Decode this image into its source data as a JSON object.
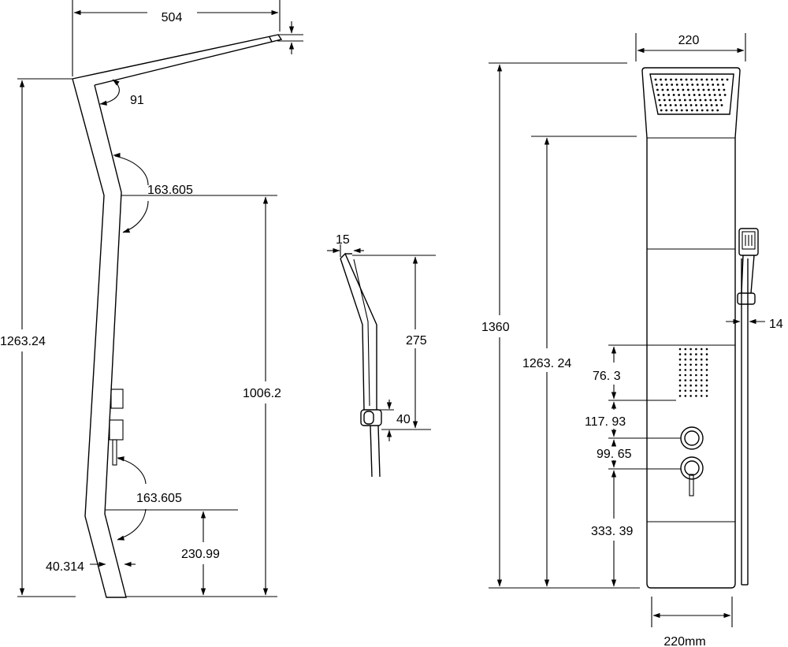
{
  "side_view": {
    "dim_top_width": "504",
    "dim_angle_top": "91",
    "dim_angle_mid": "163.605",
    "dim_total_height": "1263.24",
    "dim_mid_height": "1006.2",
    "dim_angle_bottom": "163.605",
    "dim_bottom_offset": "40.314",
    "dim_bottom_height": "230.99"
  },
  "handshower_view": {
    "dim_offset": "15",
    "dim_height": "275",
    "dim_bracket": "40"
  },
  "front_view": {
    "dim_head_width": "220",
    "dim_overall_height": "1360",
    "dim_panel_height": "1263. 24",
    "dim_nozzle_block": "76. 3",
    "dim_gap_1": "117. 93",
    "dim_gap_2": "99. 65",
    "dim_base_height": "333. 39",
    "dim_rail": "14",
    "dim_bottom_width": "220mm"
  }
}
